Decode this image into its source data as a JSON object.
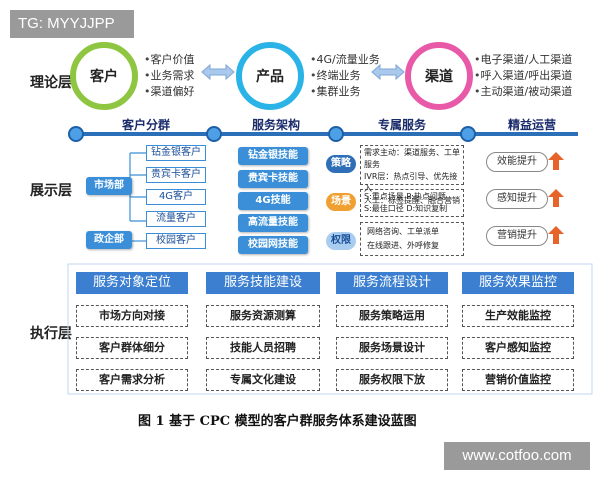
{
  "tag": "TG: MYYJJPP",
  "watermark": "www.cotfoo.com",
  "layers": {
    "theory": "理论层",
    "display": "展示层",
    "execution": "执行层"
  },
  "theory": {
    "customer": {
      "label": "客户",
      "color": "#8ec641",
      "items": [
        "客户价值",
        "业务需求",
        "渠道偏好"
      ]
    },
    "product": {
      "label": "产品",
      "color": "#2ab3e6",
      "items": [
        "4G/流量业务",
        "终端业务",
        "集群业务"
      ]
    },
    "channel": {
      "label": "渠道",
      "color": "#e85aa8",
      "items": [
        "电子渠道/人工渠道",
        "呼入渠道/呼出渠道",
        "主动渠道/被动渠道"
      ]
    }
  },
  "columns": [
    "客户分群",
    "服务架构",
    "专属服务",
    "精益运营"
  ],
  "segmentation": {
    "market_dept": "市场部",
    "gov_dept": "政企部",
    "market_items": [
      "钻金银客户",
      "贵宾卡客户",
      "4G客户",
      "流量客户"
    ],
    "gov_items": [
      "校园客户"
    ]
  },
  "architecture": [
    "钻金银技能",
    "贵宾卡技能",
    "4G技能",
    "高流量技能",
    "校园网技能"
  ],
  "exclusive": {
    "strategy": {
      "label": "策略",
      "lines": [
        "需求主动：渠道服务、工单服务",
        "IVR层：热点引导、优先接入",
        "人工：标签提醒、融合营销"
      ]
    },
    "scene": {
      "label": "场景",
      "lines": [
        "S:重点场景  P:热点问题",
        "S:最佳口径  D:知识复制"
      ]
    },
    "authority": {
      "label": "权限",
      "lines": [
        "网络咨询、工单派单",
        "在线跟进、外呼修复"
      ]
    }
  },
  "operations": [
    "效能提升",
    "感知提升",
    "营销提升"
  ],
  "exec_titles": [
    "服务对象定位",
    "服务技能建设",
    "服务流程设计",
    "服务效果监控"
  ],
  "exec_items": [
    [
      "市场方向对接",
      "客户群体细分",
      "客户需求分析"
    ],
    [
      "服务资源测算",
      "技能人员招聘",
      "专属文化建设"
    ],
    [
      "服务策略运用",
      "服务场景设计",
      "服务权限下放"
    ],
    [
      "生产效能监控",
      "客户感知监控",
      "营销价值监控"
    ]
  ],
  "caption": "图 1  基于 CPC 模型的客户群服务体系建设蓝图"
}
